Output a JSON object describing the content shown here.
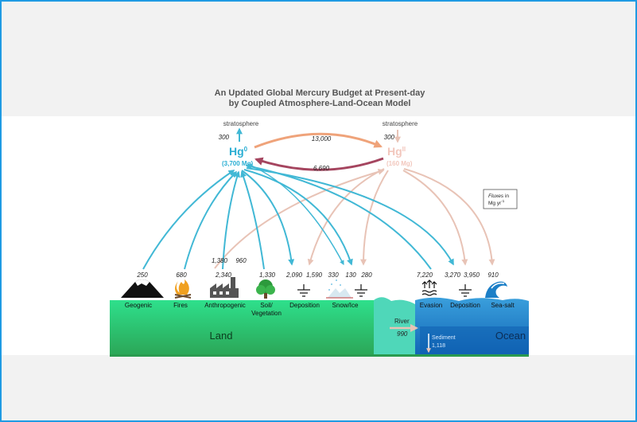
{
  "title_line1": "An Updated Global Mercury Budget at Present-day",
  "title_line2": "by Coupled Atmosphere-Land-Ocean Model",
  "atmosphere": {
    "hg0": {
      "species": "Hg",
      "superscript": "0",
      "mass": "(3,700 Mg)",
      "color": "#2aaed3"
    },
    "hg2": {
      "species": "Hg",
      "superscript": "II",
      "mass": "(160 Mg)",
      "color": "#f2c7bd"
    },
    "stratosphere_label": "stratosphere",
    "stratosphere_flux_hg0": "300",
    "stratosphere_flux_hg2": "300",
    "oxidation_flux": "13,000",
    "reduction_flux": "6,690"
  },
  "units_box": {
    "italic": "Fluxes",
    "rest": " in",
    "line2": "Mg yr",
    "line2_sup": "-1"
  },
  "flux_values": {
    "geogenic": "250",
    "fires": "680",
    "anthro_hg0": "2,340",
    "anthro_hg2_a": "1,380",
    "anthro_hg2_b": "960",
    "soil_veg": "1,330",
    "land_dep_hg0": "2,090",
    "land_dep_hg2": "1,590",
    "snow_a": "330",
    "snow_hg0": "130",
    "snow_hg2": "280",
    "evasion": "7,220",
    "ocean_dep_hg0": "3,270",
    "ocean_dep_hg2": "3,950",
    "seasalt": "910"
  },
  "categories": {
    "geogenic": "Geogenic",
    "fires": "Fires",
    "anthropogenic": "Anthropogenic",
    "soil_line1": "Soil/",
    "soil_line2": "Vegetation",
    "deposition_land": "Deposition",
    "snow_ice": "Snow/Ice",
    "evasion": "Evasion",
    "deposition_ocean": "Deposition",
    "sea_salt": "Sea-salt"
  },
  "surface": {
    "land": "Land",
    "ocean": "Ocean",
    "river_label": "River",
    "river_value": "990",
    "sediment_label": "Sediment",
    "sediment_value": "1,118"
  },
  "colors": {
    "hg0_arrow": "#41b8d5",
    "hg2_arrow": "#e8c3b6",
    "oxidation": "#efa37a",
    "reduction": "#a5455f",
    "land_top": "#2ee08c",
    "land_bottom": "#2ba556",
    "ocean_light": "#3a9fdc",
    "ocean_dark": "#1166b6",
    "frame": "#1f9be3"
  }
}
